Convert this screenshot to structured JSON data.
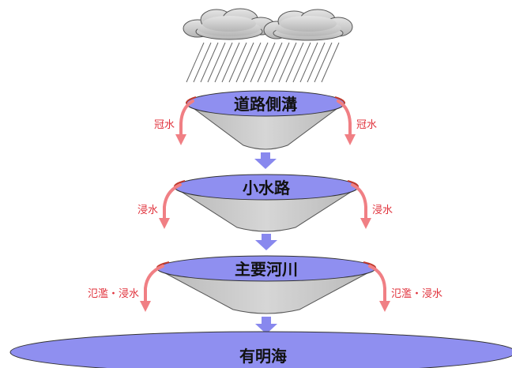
{
  "diagram": {
    "stages": [
      {
        "label": "道路側溝",
        "overflow_left": "冠水",
        "overflow_right": "冠水"
      },
      {
        "label": "小水路",
        "overflow_left": "浸水",
        "overflow_right": "浸水"
      },
      {
        "label": "主要河川",
        "overflow_left": "氾濫・浸水",
        "overflow_right": "氾濫・浸水"
      }
    ],
    "outlet": {
      "label": "有明海"
    }
  },
  "colors": {
    "cloud_fill": "#c9c9c9",
    "cloud_stroke": "#555555",
    "funnel_fill": "#c8c8c8",
    "funnel_rim": "#8f8ff0",
    "funnel_rim_edge": "#c0392b",
    "flow_arrow": "#8888ee",
    "overflow_arrow": "#f07f84",
    "overflow_text": "#e0303a",
    "sea_fill": "#8f8ff0"
  },
  "icons": {
    "cloud": "cloud-icon",
    "rain": "rain-icon"
  }
}
